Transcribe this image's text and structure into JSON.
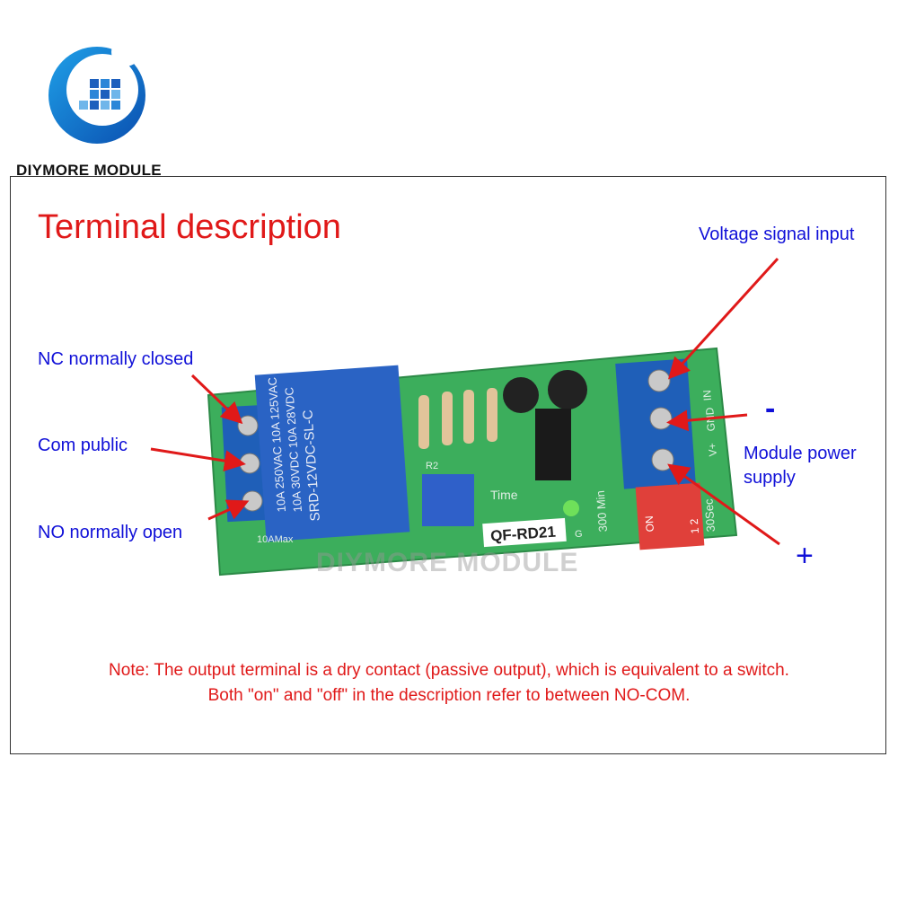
{
  "brand": {
    "name": "DIYMORE MODULE",
    "watermark": "DIYMORE MODULE"
  },
  "title": "Terminal description",
  "labels": {
    "nc": "NC normally closed",
    "com": "Com public",
    "no": "NO normally open",
    "voltage_input": "Voltage signal input",
    "power_supply_1": "Module power",
    "power_supply_2": "supply",
    "minus": "-",
    "plus": "+"
  },
  "board": {
    "model": "QF-RD21",
    "relay_lines": [
      "10A 250VAC 10A 125VAC",
      "10A 30VDC 10A 28VDC",
      "SRD-12VDC-SL-C"
    ],
    "terminal_right": [
      "IN",
      "GND",
      "V+"
    ],
    "silk": {
      "time": "Time",
      "r2": "R2",
      "sec": "30Sec",
      "min": "300 Min",
      "on": "ON",
      "dip": "1 2",
      "max": "10AMax",
      "g": "G"
    }
  },
  "note": {
    "line1": "Note: The output terminal is a dry contact (passive output), which is equivalent to a switch.",
    "line2": "Both \"on\" and \"off\" in the description refer to between NO-COM."
  },
  "colors": {
    "title": "#e01919",
    "label": "#1010d8",
    "pcb": "#3cae5c",
    "terminal": "#1f5fb8",
    "relay": "#2a63c4",
    "arrow": "#e01919"
  }
}
